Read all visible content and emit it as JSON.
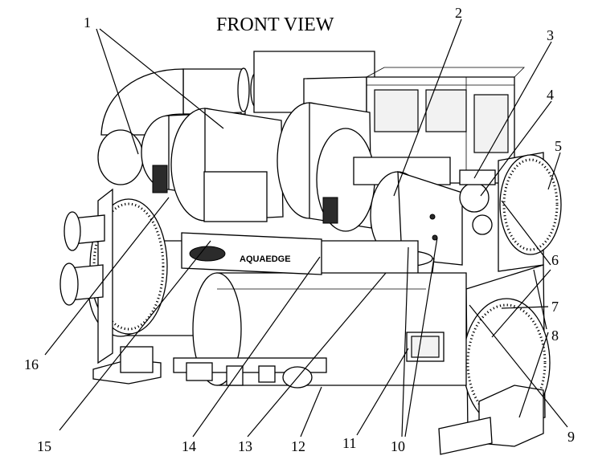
{
  "diagram": {
    "title": "FRONT VIEW",
    "logo_text": "AQUAEDGE",
    "callouts": [
      "1",
      "2",
      "3",
      "4",
      "5",
      "6",
      "7",
      "8",
      "9",
      "10",
      "11",
      "12",
      "13",
      "14",
      "15",
      "16"
    ]
  }
}
